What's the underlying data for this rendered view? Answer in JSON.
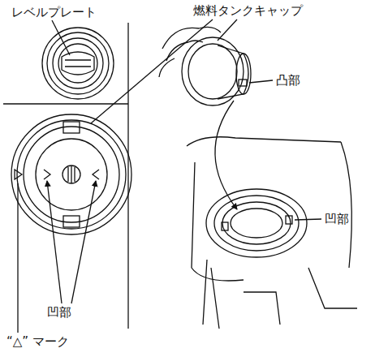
{
  "diagram": {
    "labels": [
      "レベルプレート",
      "燃料タンクキャップ",
      "凸部",
      "凹部",
      "凹部",
      "“△” マーク"
    ]
  }
}
